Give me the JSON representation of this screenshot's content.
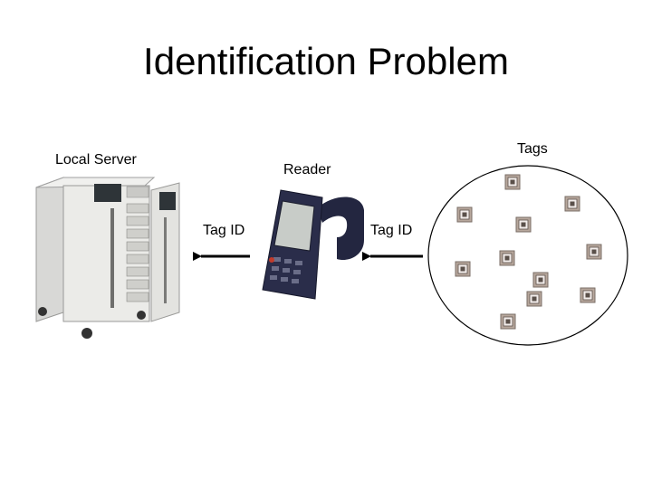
{
  "slide": {
    "title": "Identification Problem",
    "labels": {
      "local_server": "Local Server",
      "reader": "Reader",
      "tag_id_left": "Tag ID",
      "tag_id_right": "Tag ID",
      "tags": "Tags"
    },
    "tag_count": 11,
    "colors": {
      "arrow": "#000000",
      "tag_chip": "#b7a79c",
      "reader_body": "#2a2d4a",
      "server_body": "#e9e9e6"
    }
  }
}
